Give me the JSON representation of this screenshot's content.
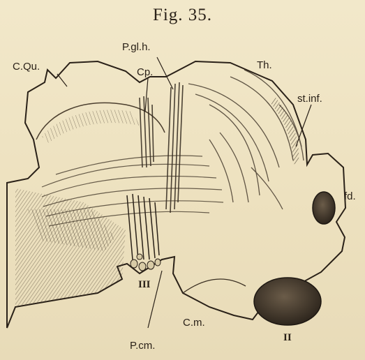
{
  "figure": {
    "title": "Fig. 35."
  },
  "labels": {
    "c_qu": "C.Qu.",
    "p_gl_h": "P.gl.h.",
    "cp": "Cp.",
    "th": "Th.",
    "st_inf": "st.inf.",
    "fd": "fd.",
    "iii": "III",
    "c_m": "C.m.",
    "ii": "II",
    "p_cm": "P.cm."
  },
  "colors": {
    "paper": "#efe4c4",
    "ink": "#2a2118"
  }
}
